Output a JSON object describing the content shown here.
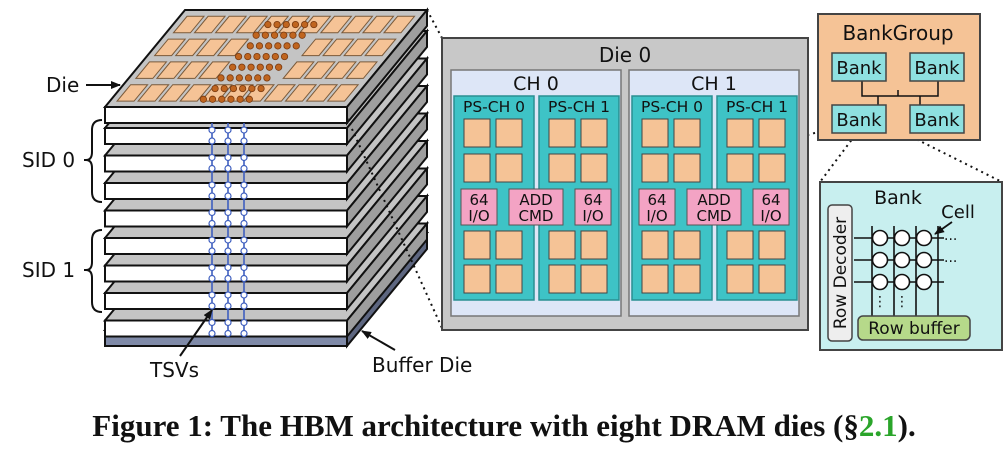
{
  "figure": {
    "stack": {
      "die_label": "Die",
      "sid0_label": "SID 0",
      "sid1_label": "SID 1",
      "tsv_label": "TSVs",
      "buffer_label": "Buffer Die"
    },
    "die_view": {
      "title": "Die 0",
      "channels": [
        {
          "label": "CH 0",
          "pseudo": [
            "PS-CH 0",
            "PS-CH 1"
          ]
        },
        {
          "label": "CH 1",
          "pseudo": [
            "PS-CH 0",
            "PS-CH 1"
          ]
        }
      ],
      "io_top": "64",
      "io_bottom": "I/O",
      "cmd_top": "ADD",
      "cmd_bottom": "CMD"
    },
    "bankgroup": {
      "title": "BankGroup",
      "banks": [
        "Bank",
        "Bank",
        "Bank",
        "Bank"
      ]
    },
    "bank_detail": {
      "title": "Bank",
      "cell_label": "Cell",
      "row_decoder": "Row Decoder",
      "row_buffer": "Row buffer",
      "ellipsis": "...",
      "vdots": "⋮"
    },
    "colors": {
      "chip": "#f5c396",
      "channel": "#dde6f7",
      "pseudo": "#3ec3c6",
      "io_block": "#f3a3c4",
      "bank_box": "#8ee0e0",
      "bank_detail_bg": "#c8efef",
      "row_buffer": "#b6d98a",
      "buffer_die": "#7f8aa8"
    }
  },
  "caption": {
    "prefix": "Figure 1: The HBM architecture with eight DRAM dies (§",
    "ref": "2.1",
    "suffix": ")."
  }
}
